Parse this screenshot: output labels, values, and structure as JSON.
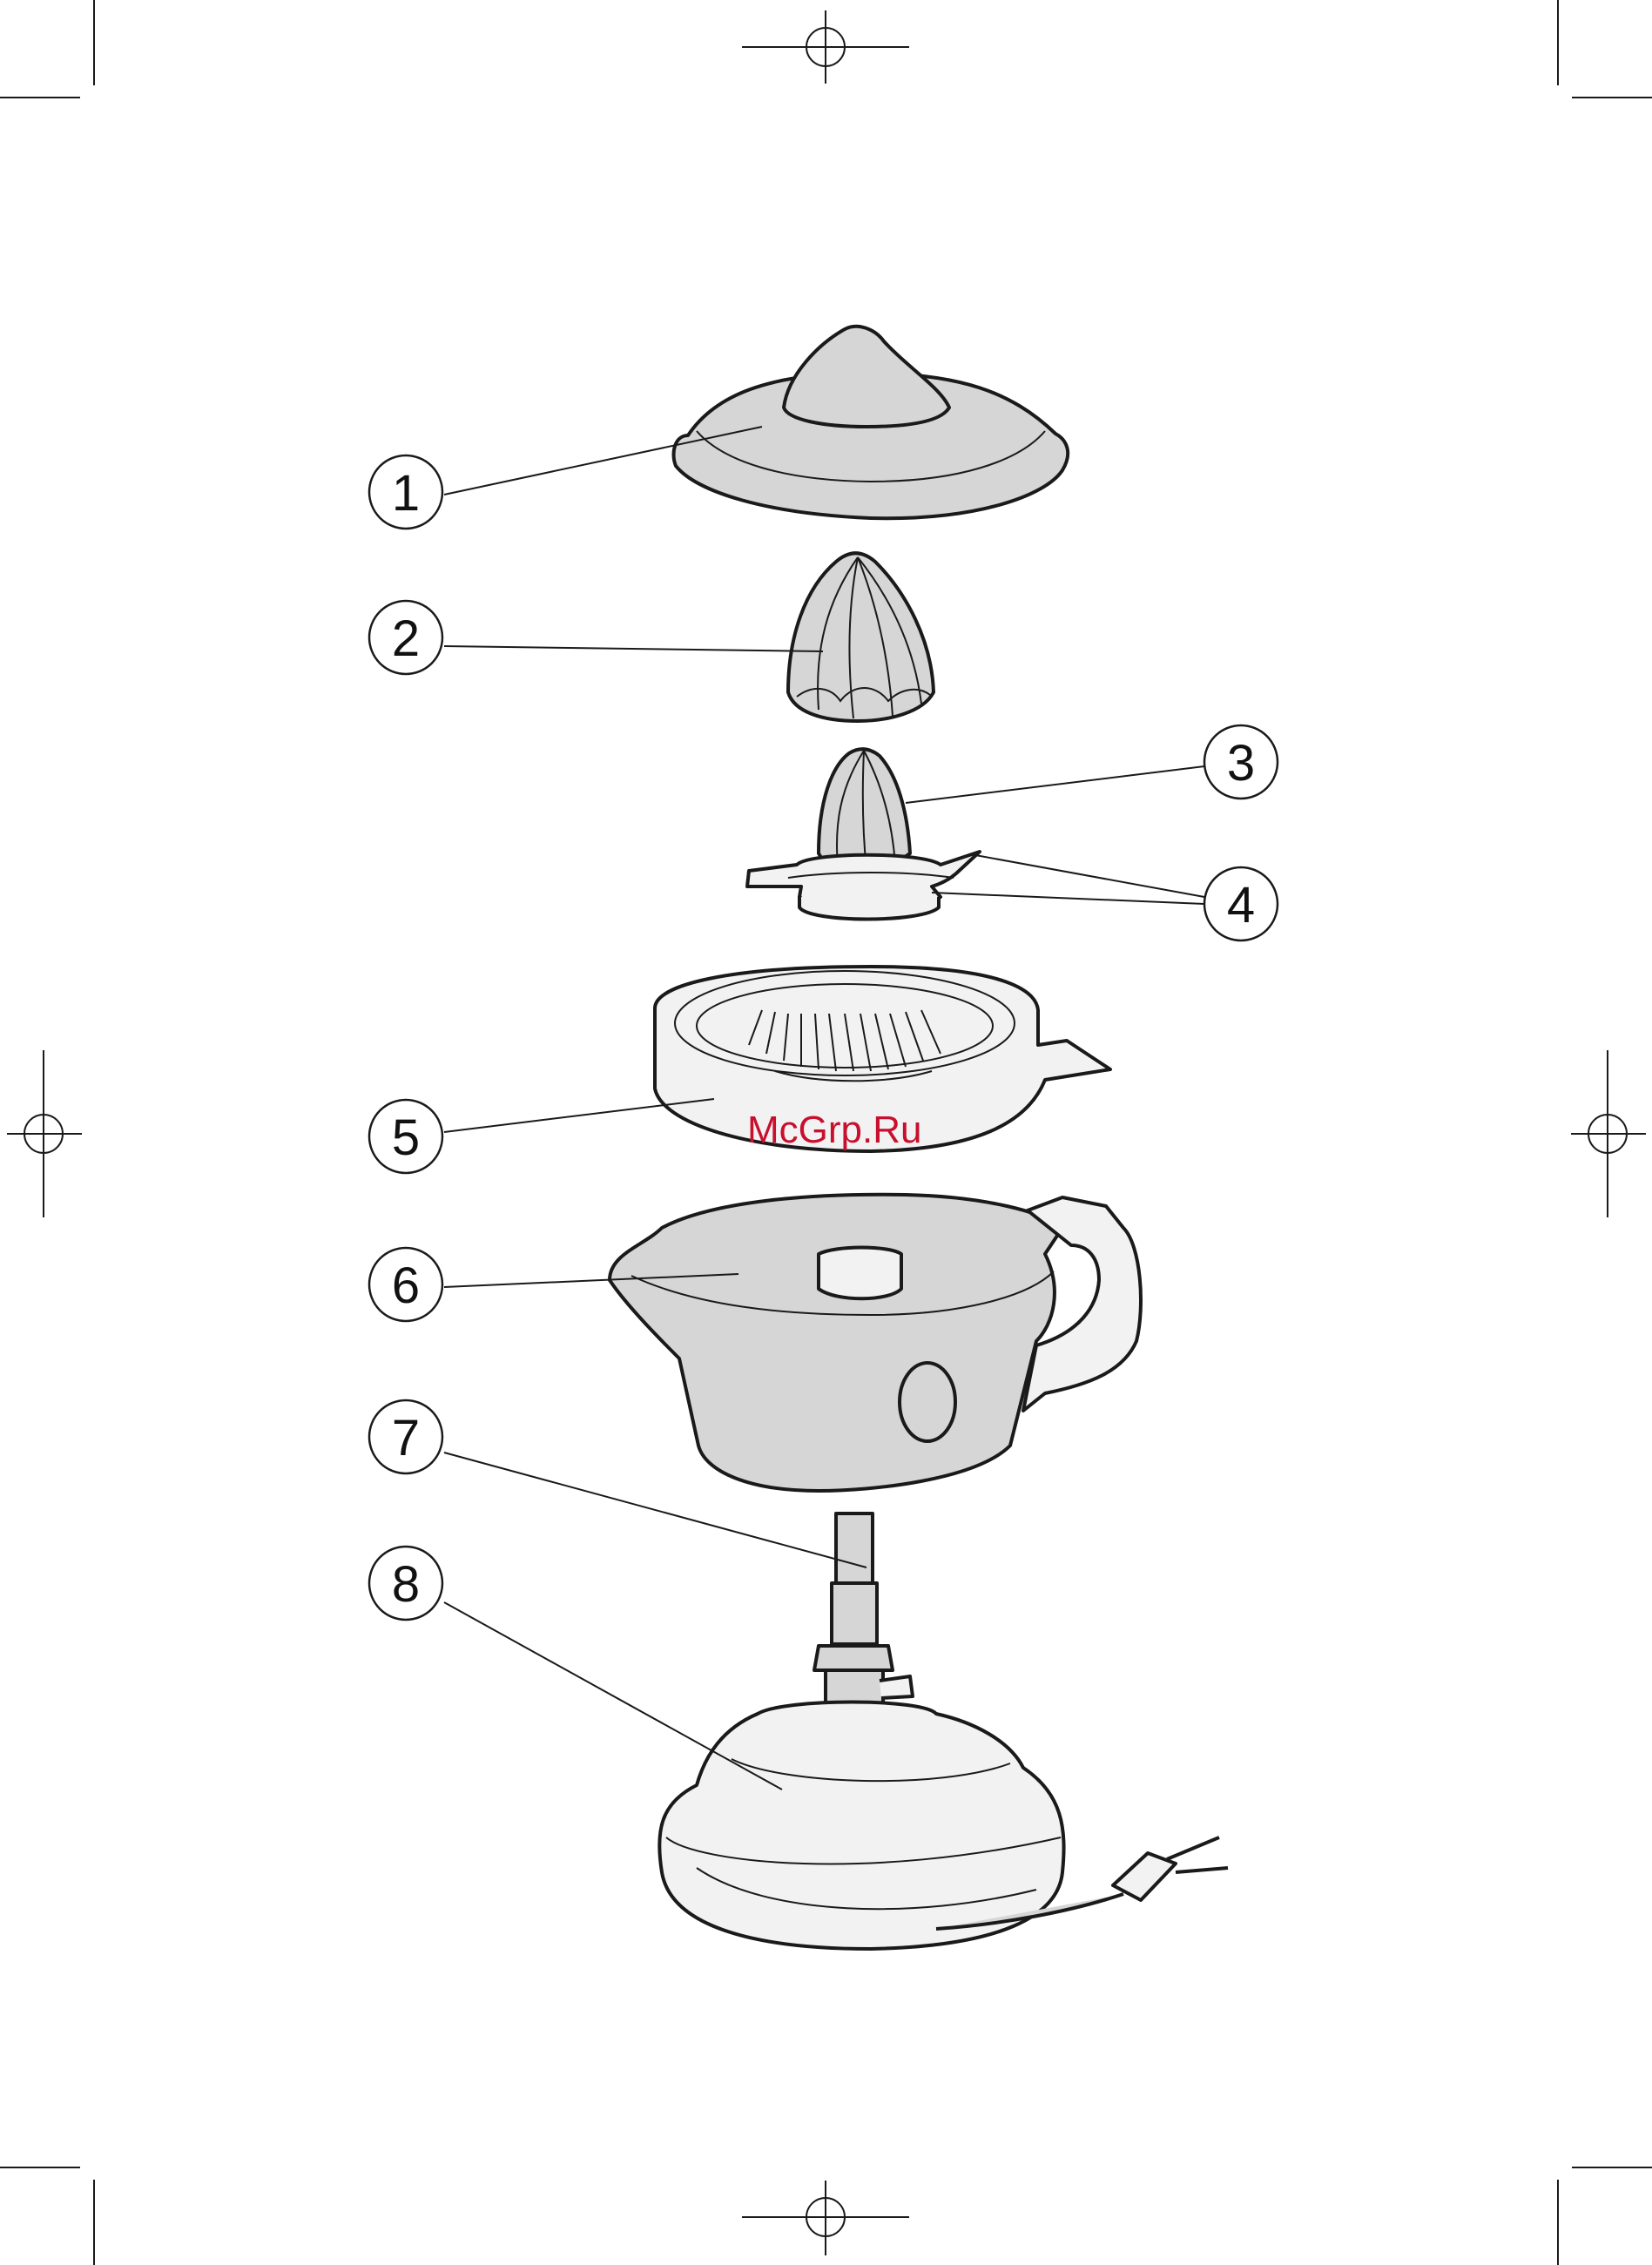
{
  "diagram": {
    "callouts": [
      {
        "id": "1",
        "label": "1"
      },
      {
        "id": "2",
        "label": "2"
      },
      {
        "id": "3",
        "label": "3"
      },
      {
        "id": "4",
        "label": "4"
      },
      {
        "id": "5",
        "label": "5"
      },
      {
        "id": "6",
        "label": "6"
      },
      {
        "id": "7",
        "label": "7"
      },
      {
        "id": "8",
        "label": "8"
      }
    ],
    "watermark": "McGrp.Ru"
  },
  "colors": {
    "part_fill": "#d6d6d6",
    "part_light": "#f2f2f2",
    "stroke": "#1a1a1a",
    "watermark": "#c8102e"
  }
}
